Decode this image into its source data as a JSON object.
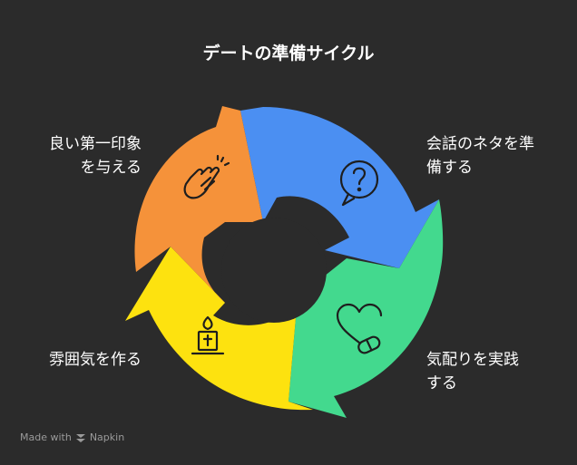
{
  "title": "デートの準備サイクル",
  "steps": [
    {
      "lines": [
        "会話のネタを準",
        "備する"
      ],
      "color": "#4b8ff2",
      "icon": "question-bubble-icon"
    },
    {
      "lines": [
        "気配りを実践",
        "する"
      ],
      "color": "#43d98e",
      "icon": "heart-pill-icon"
    },
    {
      "lines": [
        "雰囲気を作る"
      ],
      "color": "#fde20f",
      "icon": "candle-icon"
    },
    {
      "lines": [
        "良い第一印象",
        "を与える"
      ],
      "color": "#f5923a",
      "icon": "clapping-hands-icon"
    }
  ],
  "footer": {
    "made_with": "Made with",
    "brand": "Napkin"
  }
}
